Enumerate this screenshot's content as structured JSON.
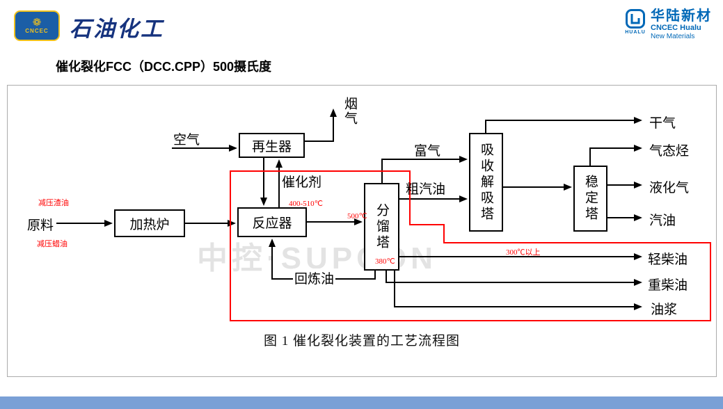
{
  "colors": {
    "annotation_red": "#ff0000",
    "brand_navy": "#16337e",
    "cncec_blue": "#1b5ea6",
    "cncec_gold": "#f2c21c",
    "hualu_blue": "#0068b7",
    "footer_bar": "#7aa0d6",
    "watermark_gray": "#c8c8c8"
  },
  "header": {
    "cncec_emblem_text": "CNCEC",
    "brand": "石油化工",
    "hualu": {
      "icon_label": "HUALU",
      "name": "华陆新材",
      "line1": "CNCEC Hualu",
      "line2": "New Materials"
    }
  },
  "title": "催化裂化FCC（DCC.CPP）500摄氏度",
  "diagram": {
    "boxes": {
      "furnace": "加热炉",
      "reactor": "反应器",
      "regenerator": "再生器",
      "fractionator": "分馏塔",
      "absorber": "吸收解吸塔",
      "stabilizer": "稳定塔"
    },
    "streams": {
      "feed": "原料",
      "air": "空气",
      "flue_gas": "烟气",
      "catalyst": "催化剂",
      "recycle_oil": "回炼油",
      "rich_gas": "富气",
      "crude_gasoline": "粗汽油",
      "dry_gas": "干气",
      "gaseous_hydrocarbon": "气态烃",
      "lpg": "液化气",
      "gasoline": "汽油",
      "light_diesel": "轻柴油",
      "heavy_diesel": "重柴油",
      "oil_slurry": "油浆"
    },
    "annotations": {
      "vacuum_residue": "减压渣油",
      "vacuum_wax_oil": "减压蜡油",
      "reactor_temp": "400-510℃",
      "outlet_temp": "500℃",
      "bottom_temp": "380℃",
      "diesel_temp": "300℃以上"
    },
    "caption": "图 1  催化裂化装置的工艺流程图",
    "watermark": "中控·SUPCON"
  }
}
